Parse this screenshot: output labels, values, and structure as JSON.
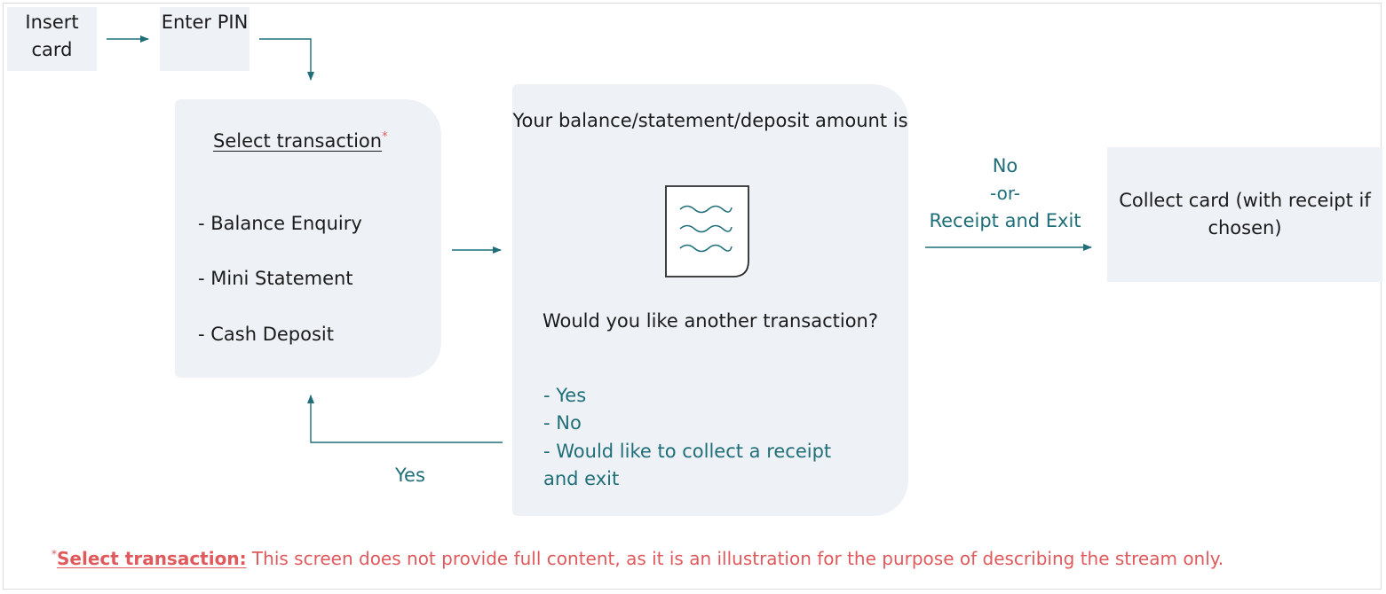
{
  "colors": {
    "box_fill": "#eef2f7",
    "arrow": "#1f6e78",
    "accent_text": "#1f6e78",
    "footnote": "#e0595c"
  },
  "steps": {
    "insert_card": "Insert card",
    "enter_pin": "Enter PIN",
    "select_transaction": {
      "title": "Select transaction",
      "marker": "*",
      "options": [
        "- Balance Enquiry",
        "- Mini Statement",
        "- Cash Deposit"
      ]
    },
    "balance_screen": {
      "message": "Your balance/statement/deposit amount is",
      "icon": "receipt-icon",
      "question": "Would you like another transaction?",
      "answers": [
        "- Yes",
        "- No",
        "- Would like to collect a receipt",
        "and exit"
      ]
    },
    "collect_card": "Collect card (with receipt if chosen)"
  },
  "edges": {
    "loop_back": "Yes",
    "exit": [
      "No",
      "-or-",
      "Receipt and Exit"
    ]
  },
  "footnote": {
    "marker": "*",
    "term": "Select transaction:",
    "text": " This screen does not provide full content, as it is an illustration for the purpose of describing the stream only."
  }
}
